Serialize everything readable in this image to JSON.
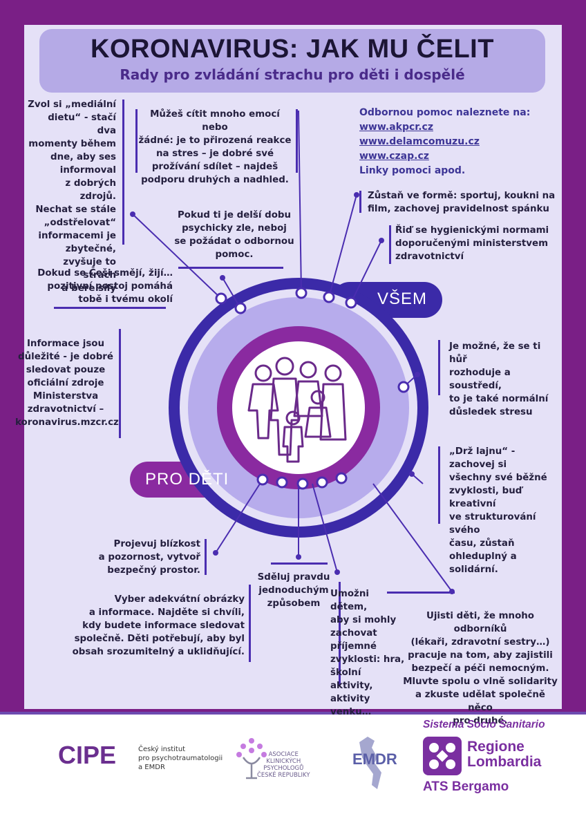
{
  "header": {
    "title": "KORONAVIRUS: JAK MU ČELIT",
    "subtitle": "Rady pro zvládání strachu pro děti i dospělé"
  },
  "badges": {
    "vsem": "VŠEM",
    "pro_deti": "PRO DĚTI"
  },
  "links": {
    "intro": "Odbornou pomoc naleznete na:",
    "l1": "www.akpcr.cz",
    "l2": "www.delamcomuzu.cz",
    "l3": "www.czap.cz",
    "l4": "Linky pomoci apod."
  },
  "tips": {
    "medialni_dieta": [
      "Zvol si „mediální",
      "dietu“ - stačí dva",
      "momenty během",
      "dne, aby ses",
      "informoval",
      "z dobrých zdrojů.",
      "Nechat se stále",
      "„odstřelovat“",
      "informacemi je",
      "zbytečné,",
      "zvyšuje to strach",
      "a bere síly"
    ],
    "emoce": [
      "Můžeš cítit mnoho emocí nebo",
      "žádné: je to přirozená reakce",
      "na stres – je dobré své",
      "prožívání sdílet – najdeš",
      "podporu druhých a nadhled."
    ],
    "pomoc": [
      "Pokud ti je delší dobu",
      "psychicky zle, neboj",
      "se požádat o odbornou",
      "pomoc."
    ],
    "smeji": [
      "Dokud se Češi smějí, žijí…",
      "pozitivní postoj pomáhá",
      "tobě i tvému okolí"
    ],
    "informace": [
      "Informace jsou",
      "důležité - je dobré",
      "sledovat pouze",
      "oficiální zdroje",
      "Ministerstva",
      "zdravotnictví –",
      "koronavirus.mzcr.cz"
    ],
    "forma": [
      "Zůstaň ve formě: sportuj, koukni na",
      "film, zachovej pravidelnost spánku"
    ],
    "hygiena": [
      "Řiď se hygienickými normami",
      "doporučenými ministerstvem",
      "zdravotnictví"
    ],
    "soustredi": [
      "Je možné, že se ti hůř",
      "rozhoduje a soustředí,",
      "to je také normální",
      "důsledek stresu"
    ],
    "lajna": [
      "„Drž lajnu“ - zachovej si",
      "všechny své běžné",
      "zvyklosti, buď kreativní",
      "ve strukturování svého",
      "času, zůstaň",
      "ohleduplný a solidární."
    ],
    "blizkost": [
      "Projevuj blízkost",
      "a pozornost, vytvoř",
      "bezpečný prostor."
    ],
    "pravda": [
      "Sděluj pravdu",
      "jednoduchým",
      "způsobem"
    ],
    "zvyklosti": [
      "Umožni dětem,",
      "aby si mohly",
      "zachovat",
      "příjemné",
      "zvyklosti: hra,",
      "školní aktivity,",
      "aktivity",
      "venku…"
    ],
    "obrazky": [
      "Vyber adekvátní obrázky",
      "a informace. Najděte si chvíli,",
      "kdy budete informace sledovat",
      "společně. Děti potřebují, aby byl",
      "obsah srozumitelný a uklidňující."
    ],
    "odbornici": [
      "Ujisti děti, že mnoho odborníků",
      "(lékaři, zdravotní sestry…)",
      "pracuje na tom, aby zajistili",
      "bezpečí a péči nemocným.",
      "Mluvte spolu o vlně solidarity",
      "a zkuste udělat společně něco",
      "pro druhé."
    ]
  },
  "footer": {
    "cipe": "CIPE",
    "cipe_sub": [
      "Český institut",
      "pro psychotraumatologii",
      "a EMDR"
    ],
    "akp": [
      "ASOCIACE",
      "KLINICKÝCH",
      "PSYCHOLOGŮ",
      "ČESKÉ REPUBLIKY"
    ],
    "emdr": "EMDR",
    "rl_top": "Sistema Socio Sanitario",
    "rl_name": [
      "Regione",
      "Lombardia"
    ],
    "rl_bot": "ATS Bergamo"
  },
  "colors": {
    "frame": "#7a1f86",
    "panel": "#e5e1f7",
    "ring": "#3d2fa6",
    "accent": "#7a2fa0"
  }
}
